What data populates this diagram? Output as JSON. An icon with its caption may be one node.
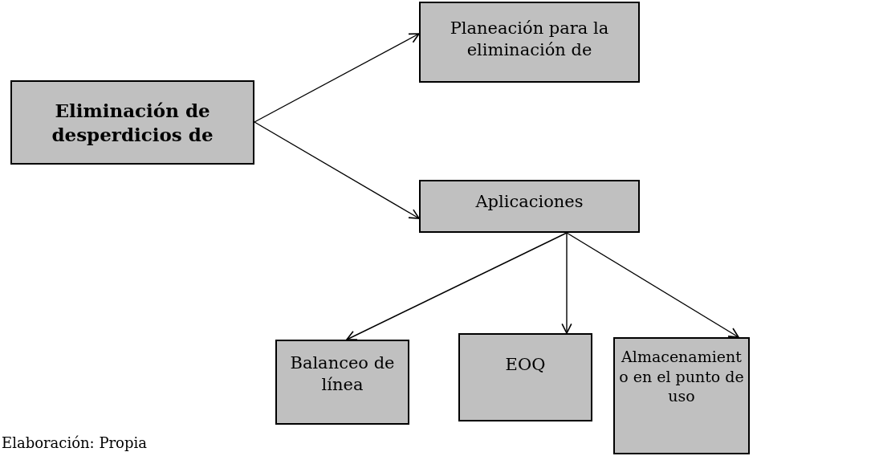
{
  "diagram": {
    "nodes": [
      {
        "text": [
          "Eliminación de desperdicios  de"
        ]
      },
      {
        "text": [
          "Planeación para la eliminación de"
        ]
      },
      {
        "text": [
          "Aplicaciones"
        ]
      },
      {
        "text": [
          "Balanceo de línea"
        ]
      },
      {
        "text": [
          "EOQ"
        ]
      },
      {
        "text": [
          "Almacenamient o en el punto de uso"
        ]
      }
    ],
    "edges": [
      {
        "from": 0,
        "to": 1,
        "arrow": "to"
      },
      {
        "from": 0,
        "to": 2,
        "arrow": "to"
      },
      {
        "from": 2,
        "to": 3,
        "arrow": "to"
      },
      {
        "from": 2,
        "to": 4,
        "arrow": "to"
      },
      {
        "from": 2,
        "to": 5,
        "arrow": "to"
      }
    ],
    "labels": [
      "Elaboración: Propia"
    ]
  }
}
